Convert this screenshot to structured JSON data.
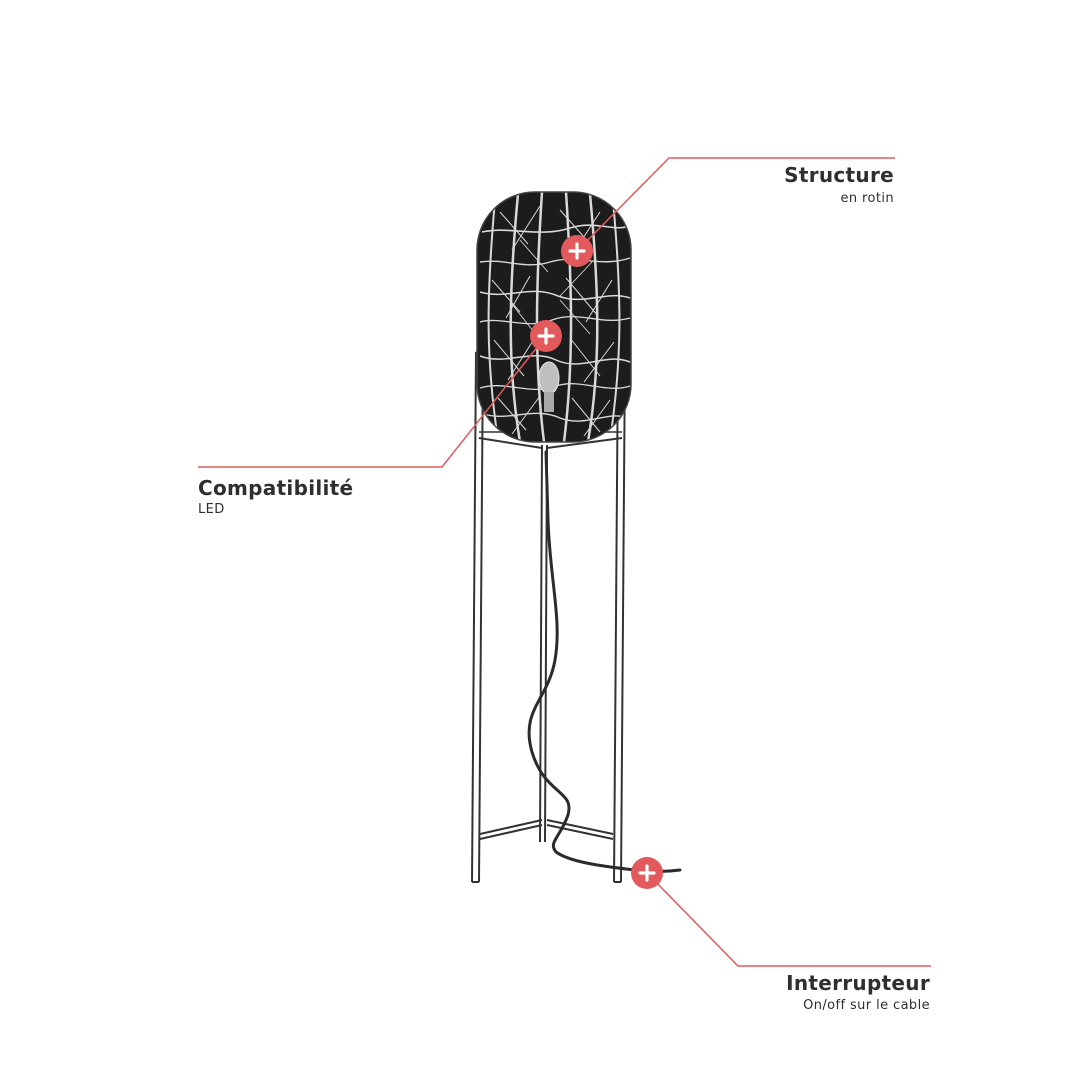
{
  "colors": {
    "accent": "#e35a5c",
    "ink": "#2f2f2f",
    "background": "#ffffff"
  },
  "callouts": {
    "structure": {
      "title": "Structure",
      "subtitle": "en rotin",
      "icon": "plus-icon"
    },
    "compatibility": {
      "title": "Compatibilité",
      "subtitle": "LED",
      "icon": "plus-icon"
    },
    "switch": {
      "title": "Interrupteur",
      "subtitle": "On/off sur le cable",
      "icon": "plus-icon"
    }
  }
}
